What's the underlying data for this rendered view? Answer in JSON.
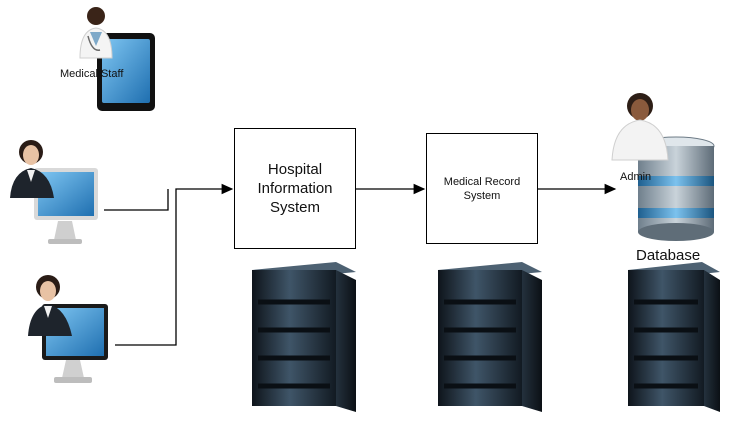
{
  "labels": {
    "medical_staff": "Medical Staff",
    "admin": "Admin",
    "database": "Database"
  },
  "boxes": {
    "his": "Hospital Information System",
    "mrs": "Medical Record System"
  },
  "icons": {
    "staff_tablet": "doctor-with-tablet-icon",
    "user_top": "female-user-with-monitor-icon",
    "user_bottom": "female-user-with-monitor-icon",
    "admin_db": "admin-with-database-icon",
    "server": "server-rack-icon"
  },
  "colors": {
    "connector": "#000000",
    "screen_blue": "#2f86c9",
    "rack_dark": "#1d2733",
    "rack_mid": "#3f5568",
    "db_blue": "#3a8fc7"
  }
}
